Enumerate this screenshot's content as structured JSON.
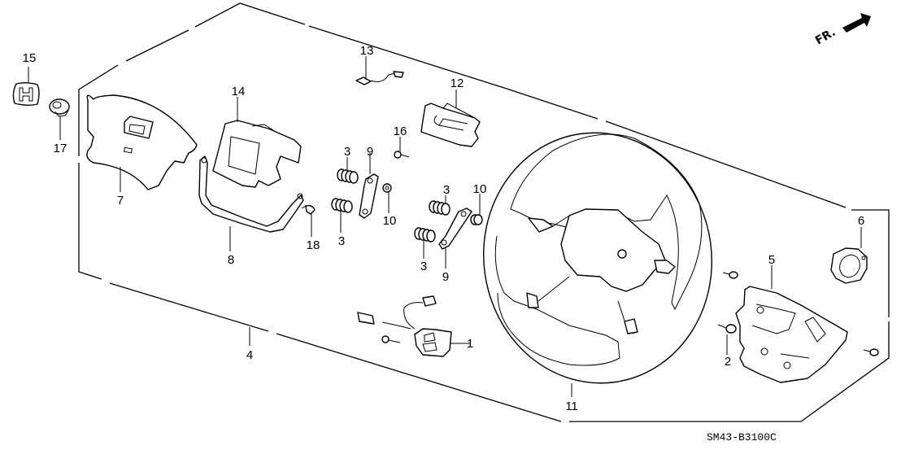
{
  "diagram": {
    "title": "Steering Wheel (SRS) Exploded Parts Diagram",
    "drawing_code": "SM43-B3100C",
    "direction_indicator": "FR.",
    "callouts": [
      {
        "id": "c15",
        "number": "15",
        "part": "emblem"
      },
      {
        "id": "c17",
        "number": "17",
        "part": "bushing"
      },
      {
        "id": "c7",
        "number": "7",
        "part": "horn pad cover"
      },
      {
        "id": "c14",
        "number": "14",
        "part": "inflator bracket"
      },
      {
        "id": "c8",
        "number": "8",
        "part": "horn plate"
      },
      {
        "id": "c13",
        "number": "13",
        "part": "horn wire"
      },
      {
        "id": "c12",
        "number": "12",
        "part": "inflator"
      },
      {
        "id": "c16",
        "number": "16",
        "part": "screw"
      },
      {
        "id": "c18",
        "number": "18",
        "part": "screw"
      },
      {
        "id": "c3a",
        "number": "3",
        "part": "spring"
      },
      {
        "id": "c3b",
        "number": "3",
        "part": "spring"
      },
      {
        "id": "c3c",
        "number": "3",
        "part": "spring"
      },
      {
        "id": "c3d",
        "number": "3",
        "part": "spring"
      },
      {
        "id": "c9a",
        "number": "9",
        "part": "contact plate"
      },
      {
        "id": "c9b",
        "number": "9",
        "part": "contact plate"
      },
      {
        "id": "c10a",
        "number": "10",
        "part": "collar"
      },
      {
        "id": "c10b",
        "number": "10",
        "part": "collar"
      },
      {
        "id": "c4",
        "number": "4",
        "part": "airbag module assembly"
      },
      {
        "id": "c1",
        "number": "1",
        "part": "cruise control switch"
      },
      {
        "id": "c11",
        "number": "11",
        "part": "steering wheel"
      },
      {
        "id": "c5",
        "number": "5",
        "part": "rear cover"
      },
      {
        "id": "c6",
        "number": "6",
        "part": "cable reel cover"
      },
      {
        "id": "c2",
        "number": "2",
        "part": "screw"
      }
    ]
  }
}
